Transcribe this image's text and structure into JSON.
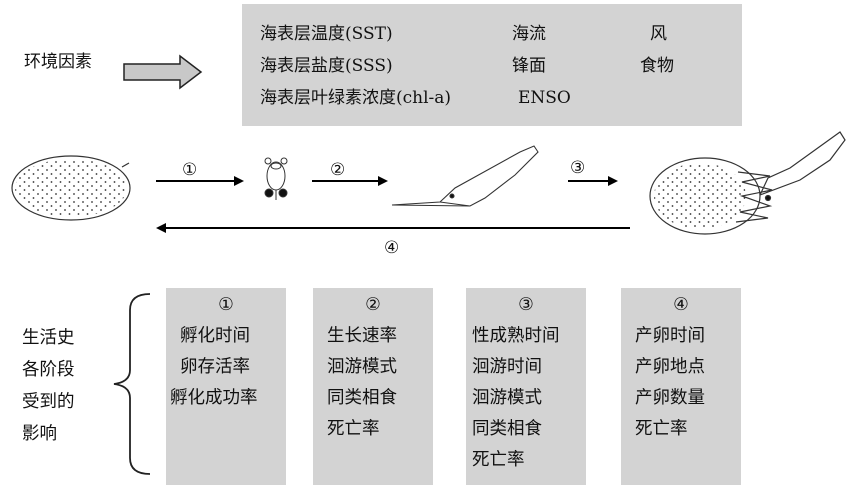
{
  "env": {
    "label": "环境因素",
    "col1": [
      "海表层温度(SST)",
      "海表层盐度(SSS)",
      "海表层叶绿素浓度(chl-a)"
    ],
    "col2": [
      "海流",
      "锋面",
      "ENSO"
    ],
    "col3": [
      "风",
      "食物"
    ]
  },
  "cycle": {
    "steps": [
      "①",
      "②",
      "③"
    ],
    "return_step": "④"
  },
  "life_history": {
    "label": [
      "生活史",
      "各阶段",
      "受到的",
      "影响"
    ]
  },
  "stages": [
    {
      "num": "①",
      "items": [
        "孵化时间",
        "卵存活率",
        "孵化成功率"
      ]
    },
    {
      "num": "②",
      "items": [
        "生长速率",
        "洄游模式",
        "同类相食",
        "死亡率"
      ]
    },
    {
      "num": "③",
      "items": [
        "性成熟时间",
        "洄游时间",
        "洄游模式",
        "同类相食",
        "死亡率"
      ]
    },
    {
      "num": "④",
      "items": [
        "产卵时间",
        "产卵地点",
        "产卵数量",
        "死亡率"
      ]
    }
  ]
}
